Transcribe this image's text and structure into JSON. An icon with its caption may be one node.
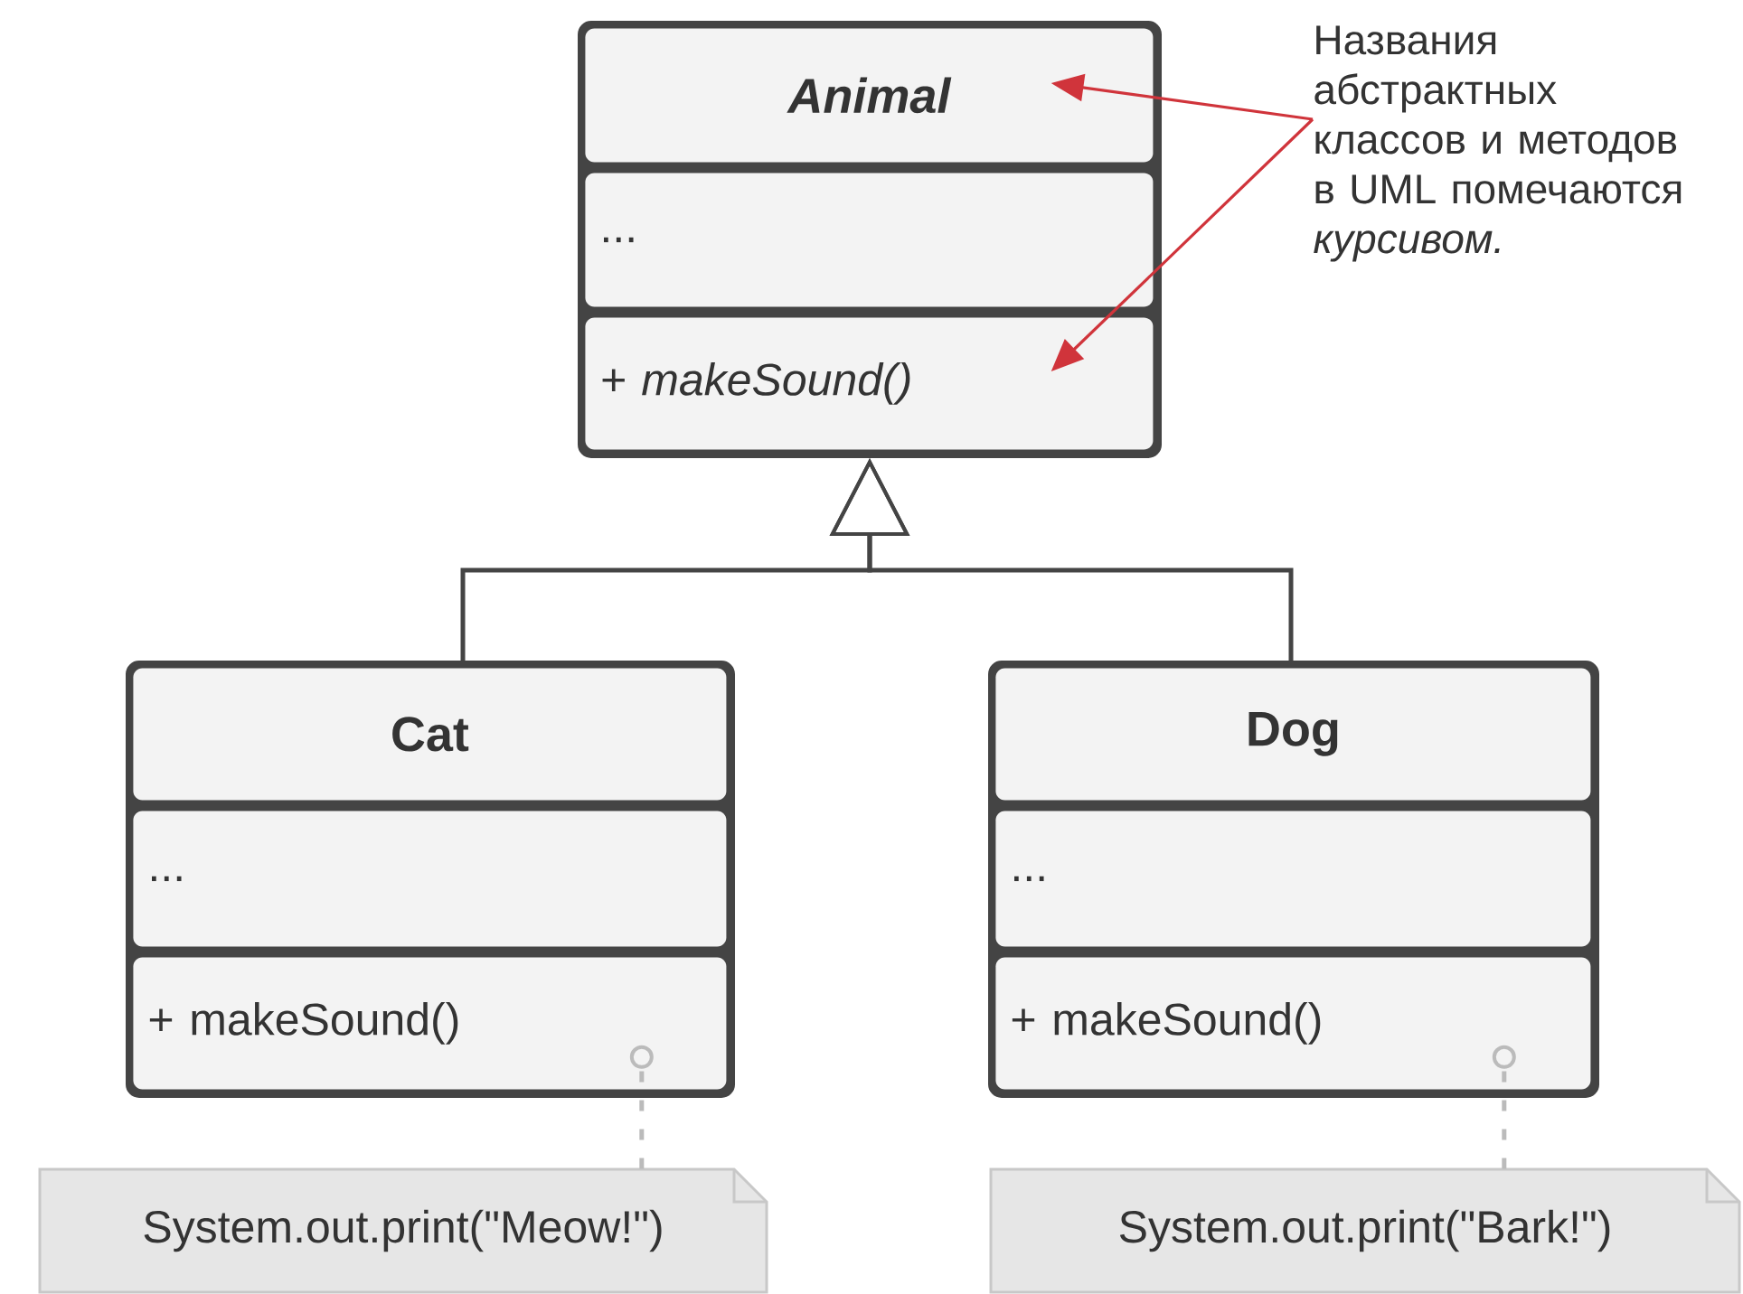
{
  "diagram": {
    "nodes": [
      {
        "text": [],
        "shape": "box"
      },
      {
        "text": [
          "Animal"
        ],
        "in": 0
      },
      {
        "text": [
          "..."
        ],
        "in": 0
      },
      {
        "text": [
          "+ makeSound()"
        ],
        "in": 0
      },
      {
        "text": [],
        "shape": "box"
      },
      {
        "text": [
          "Cat"
        ],
        "in": 4
      },
      {
        "text": [
          "..."
        ],
        "in": 4
      },
      {
        "text": [
          "+ makeSound()"
        ],
        "in": 4
      },
      {
        "text": [],
        "shape": "box"
      },
      {
        "text": [
          "Dog"
        ],
        "in": 8
      },
      {
        "text": [
          "..."
        ],
        "in": 8
      },
      {
        "text": [
          "+ makeSound()"
        ],
        "in": 8
      },
      {
        "text": [
          "System.out.print(\"Meow!\")"
        ]
      },
      {
        "text": [
          "System.out.print(\"Bark!\")"
        ]
      },
      {
        "text": [
          "Названия абстрактных классов и методов в UML помечаются *курсивом.*"
        ]
      }
    ],
    "edges": [
      {
        "from": 4,
        "to": 0,
        "arrow": "to"
      },
      {
        "from": 8,
        "to": 0,
        "arrow": "to"
      },
      {
        "from": 12,
        "to": 7,
        "arrow": "other",
        "style": "dashed",
        "color": "#bbbbbb"
      },
      {
        "from": 13,
        "to": 11,
        "arrow": "other",
        "style": "dashed",
        "color": "#bbbbbb"
      },
      {
        "from": 14,
        "to": 1,
        "arrow": "to",
        "color": "#d0343b"
      },
      {
        "from": 14,
        "to": 3,
        "arrow": "to",
        "color": "#d0343b"
      }
    ]
  }
}
